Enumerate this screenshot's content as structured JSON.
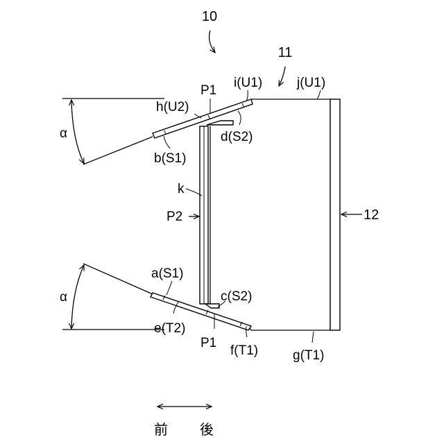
{
  "labels": {
    "main_ref": "10",
    "part_11": "11",
    "part_12": "12",
    "angle_top": "α",
    "angle_bottom": "α",
    "h_u2": "h(U2)",
    "p1_top": "P1",
    "i_u1": "i(U1)",
    "j_u1": "j(U1)",
    "d_s2": "d(S2)",
    "b_s1": "b(S1)",
    "k": "k",
    "p2": "P2",
    "a_s1": "a(S1)",
    "c_s2": "c(S2)",
    "e_t2": "e(T2)",
    "p1_bottom": "P1",
    "f_t1": "f(T1)",
    "g_t1": "g(T1)",
    "direction_front": "前",
    "direction_back": "後"
  }
}
